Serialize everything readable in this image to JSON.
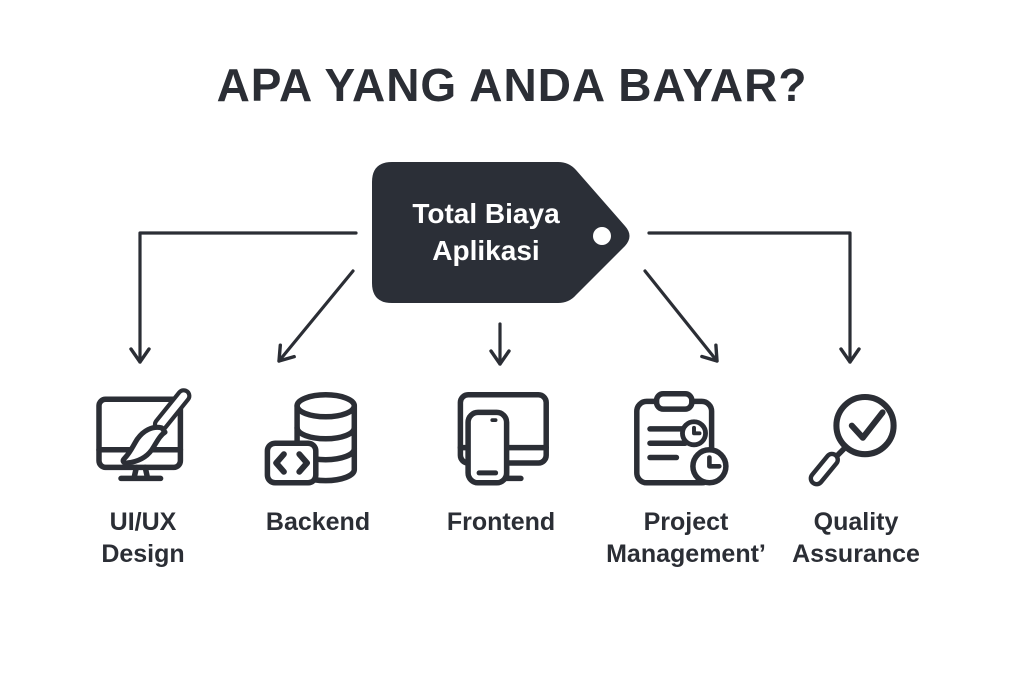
{
  "title": "APA YANG ANDA BAYAR?",
  "tag": {
    "label": "Total Biaya Aplikasi",
    "shape": "price-tag",
    "fill": "#2b2f37",
    "hole_color": "#ffffff",
    "text_color": "#ffffff"
  },
  "items": [
    {
      "label": "UI/UX Design",
      "icon": "monitor-paintbrush-icon"
    },
    {
      "label": "Backend",
      "icon": "database-code-icon"
    },
    {
      "label": "Frontend",
      "icon": "monitor-phone-icon"
    },
    {
      "label": "Project Management’",
      "icon": "clipboard-clock-icon"
    },
    {
      "label": "Quality Assurance",
      "icon": "magnifier-check-icon"
    }
  ],
  "colors": {
    "ink": "#2b2e35",
    "background": "#ffffff"
  }
}
